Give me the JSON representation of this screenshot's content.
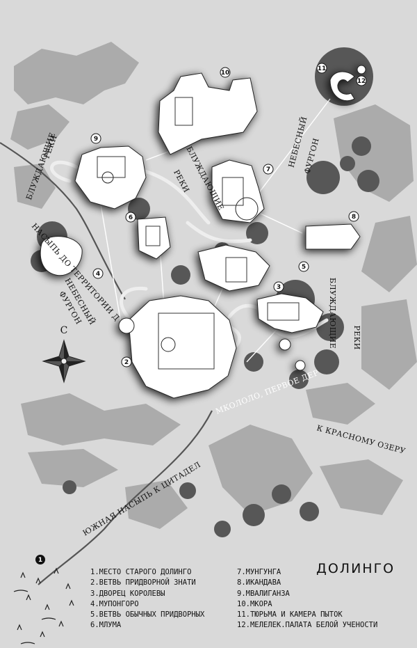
{
  "title": "ДОЛИНГО",
  "compass": {
    "letter": "С"
  },
  "route_labels": [
    {
      "id": "wandering-rivers-left",
      "text": "БЛУЖДАЮЩИЕ"
    },
    {
      "id": "wandering-rivers-left-2",
      "text": "РЕКИ"
    },
    {
      "id": "wandering-rivers-center",
      "text": "БЛУЖДАЮЩИЕ"
    },
    {
      "id": "wandering-rivers-center-2",
      "text": "РЕКИ"
    },
    {
      "id": "wandering-rivers-right",
      "text": "БЛУЖДАЮЩИЕ"
    },
    {
      "id": "wandering-rivers-right-2",
      "text": "РЕКИ"
    },
    {
      "id": "sky-wagon-top",
      "text": "НЕБЕСНЫЙ"
    },
    {
      "id": "sky-wagon-top-2",
      "text": "ФУРГОН"
    },
    {
      "id": "sky-wagon-left",
      "text": "НЕБЕСНЫЙ"
    },
    {
      "id": "sky-wagon-left-2",
      "text": "ФУРГОН"
    },
    {
      "id": "embankment-dolingo",
      "text": "НАСЫПЬ ДО ТЕРРИТОРИИ ДОЛИНГО"
    },
    {
      "id": "south-embankment",
      "text": "ЮЖНАЯ НАСЫПЬ К ЦИТАДЕЛИ"
    },
    {
      "id": "to-red-lake",
      "text": "К КРАСНОМУ ОЗЕРУ"
    },
    {
      "id": "first-tree",
      "text": "МКОЛОЛО, ПЕРВОЕ ДЕРЕВО"
    }
  ],
  "markers": [
    "1",
    "2",
    "3",
    "4",
    "5",
    "6",
    "7",
    "8",
    "9",
    "10",
    "11",
    "12"
  ],
  "legend": {
    "left": [
      "1.МЕСТО СТАРОГО ДОЛИНГО",
      "2.ВЕТВЬ ПРИДВОРНОЙ ЗНАТИ",
      "3.ДВОРЕЦ КОРОЛЕВЫ",
      "4.МУПОНГОРО",
      "5.ВЕТВЬ ОБЫЧНЫХ ПРИДВОРНЫХ",
      "6.МЛУМА"
    ],
    "right": [
      "7.МУНГУНГА",
      "8.ИКАНДАВА",
      "9.МВАЛИГАНЗА",
      "10.МКОРА",
      "11.ТЮРЬМА И КАМЕРА ПЫТОК",
      "12.МЕЛЕЛЕК.ПАЛАТА БЕЛОЙ УЧЕНОСТИ"
    ]
  },
  "colors": {
    "ground": "#d9d9d9",
    "mountains": "#a9a9a9",
    "trees": "#555555",
    "buildings": "#ffffff",
    "ink": "#111111"
  }
}
